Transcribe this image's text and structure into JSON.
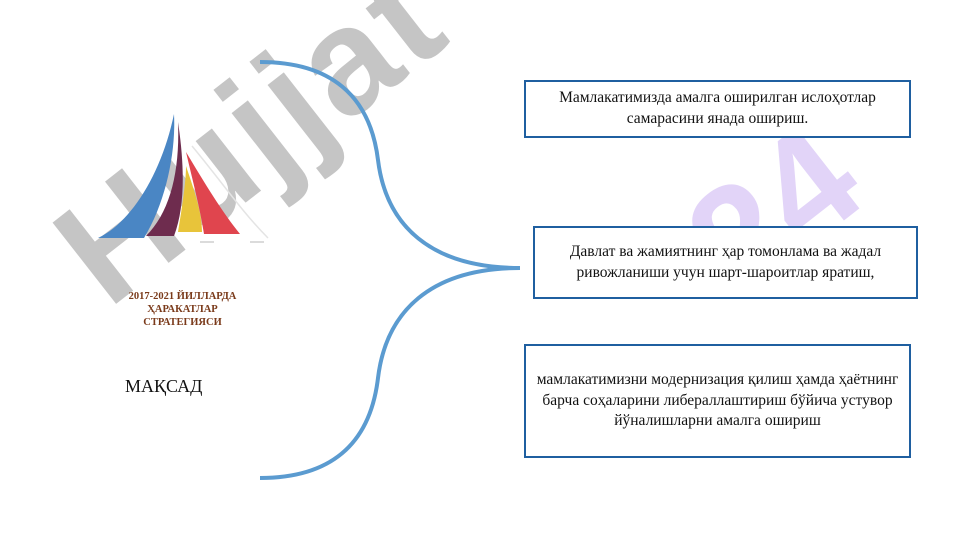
{
  "logo": {
    "title_lines": [
      "2017-2021 ЙИЛЛАРДА",
      "ҲАРАКАТЛАР",
      "СТРАТЕГИЯСИ"
    ],
    "colors": [
      "#4a86c4",
      "#6e2c4e",
      "#e8c43a",
      "#e0454e"
    ]
  },
  "goal_label": "МАҚСАД",
  "goals": [
    "Мамлакатимизда амалга оширилган ислоҳотлар самарасини янада ошириш.",
    "Давлат ва жамиятнинг ҳар томонлама ва жадал ривожланиши учун шарт-шароитлар яратиш,",
    "мамлакатимизни модернизация қилиш ҳамда ҳаётнинг барча соҳаларини либераллаштириш бўйича устувор йўналишларни амалга ошириш"
  ],
  "connector_color": "#5b9bd0",
  "watermark": {
    "main": "Hujjat",
    "number": "24"
  }
}
